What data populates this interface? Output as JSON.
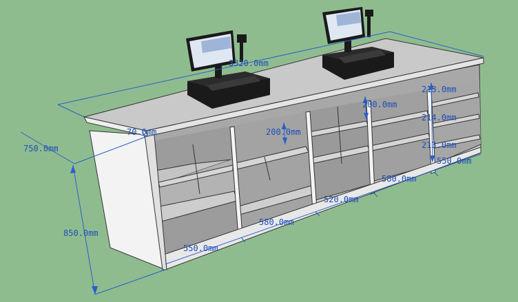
{
  "model": {
    "dimensions": {
      "total_length": "3320.0mm",
      "depth": "750.0mm",
      "height": "850.0mm",
      "top_overhang": "70.0mm",
      "shelf_gap_left": "200.0mm",
      "shelf_gap_center": "200.0mm",
      "shelf_gap_right_top": "213.0mm",
      "shelf_gap_right_mid": "214.0mm",
      "shelf_gap_right_bottom": "213.0mm",
      "bay_1_width": "550.0mm",
      "bay_2_width": "580.0mm",
      "bay_3_width": "520.0mm",
      "bay_4_width": "580.0mm",
      "bay_5_width": "550.0mm"
    },
    "colors": {
      "background": "#8fbc8f",
      "dimension": "#2a5fc8",
      "counter_top": "#c8c8c8",
      "panel": "#f2f2f2",
      "shelf": "#bdbdbd",
      "pos_terminal": "#1a1a1a"
    },
    "objects": [
      "pos-terminal-left",
      "pos-terminal-right",
      "counter-cabinet"
    ]
  }
}
